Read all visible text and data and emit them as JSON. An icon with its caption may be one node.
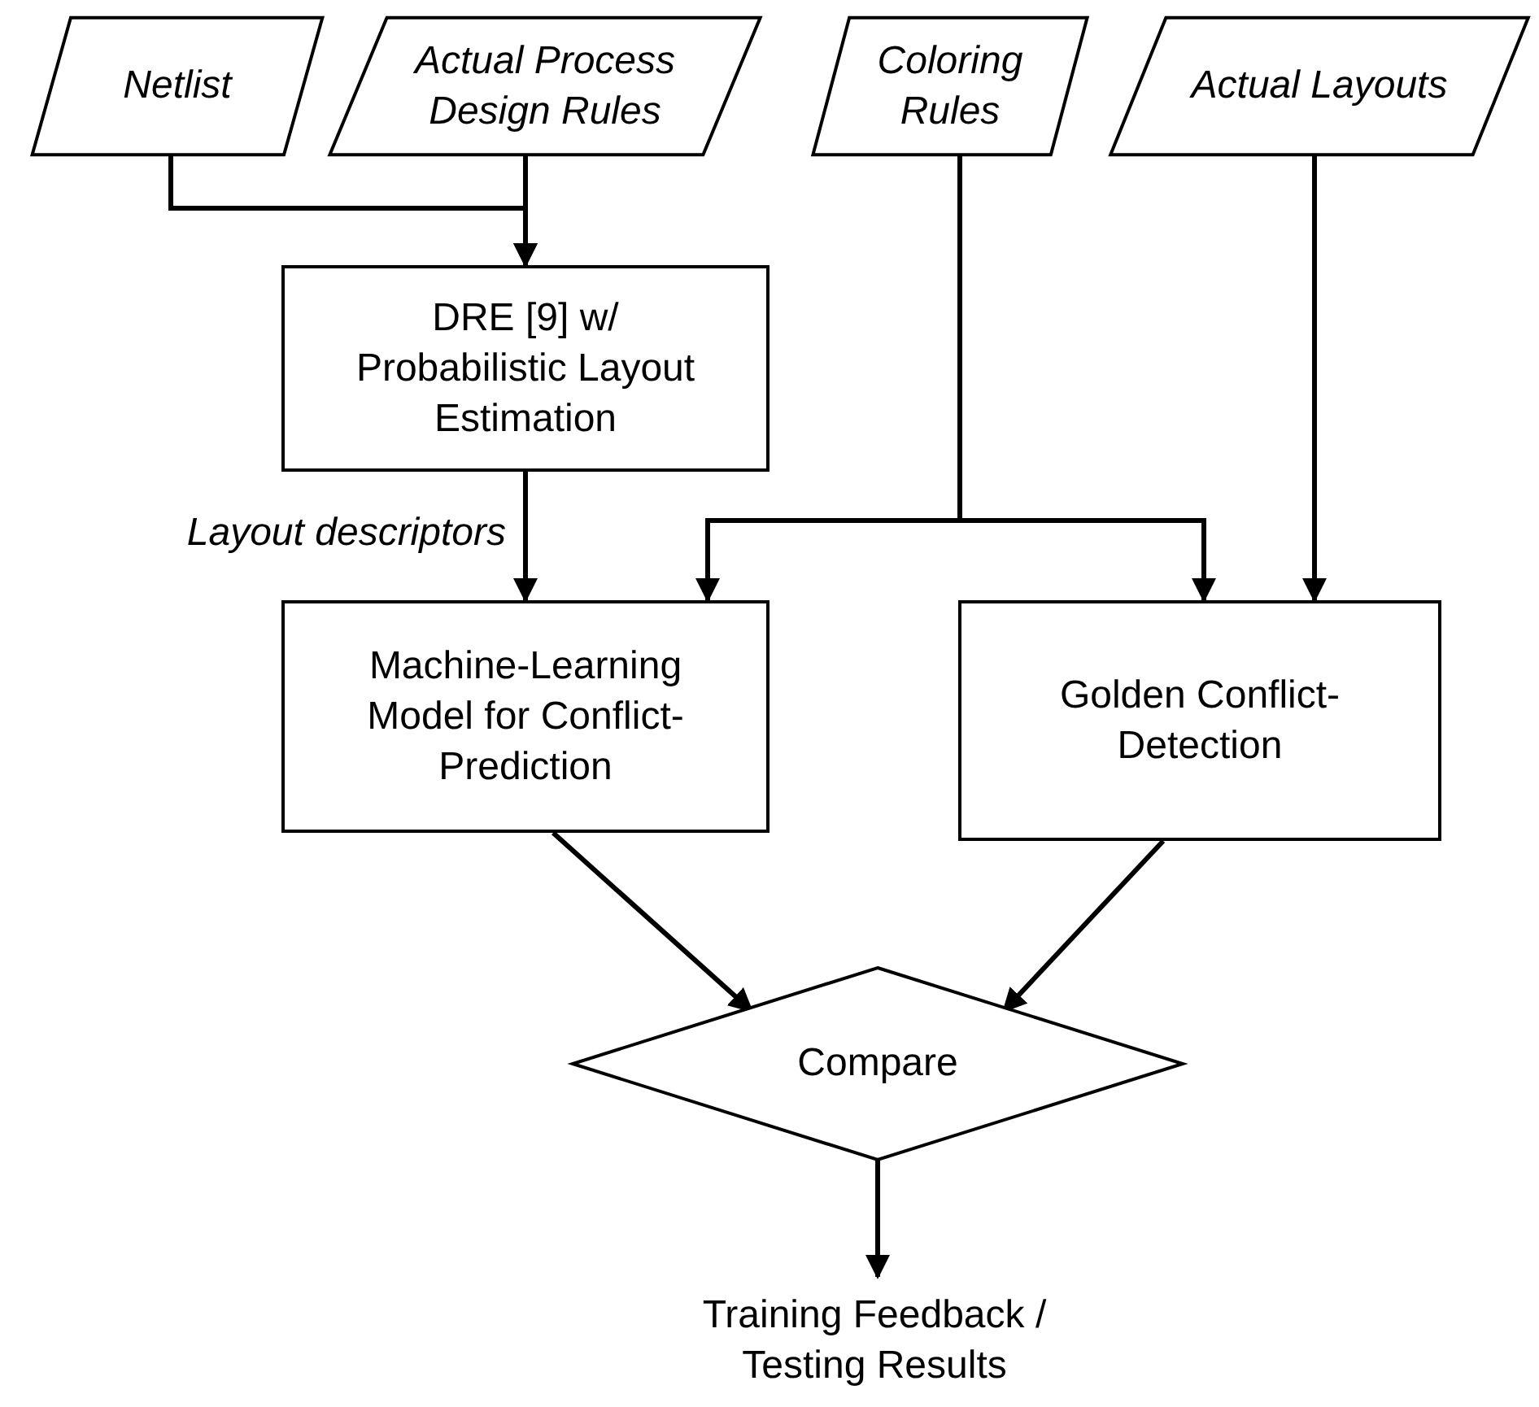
{
  "diagram": {
    "nodes": [
      {
        "text": [
          "Netlist"
        ]
      },
      {
        "text": [
          "Actual Process Design Rules"
        ]
      },
      {
        "text": [
          "Coloring Rules"
        ]
      },
      {
        "text": [
          "Actual Layouts"
        ]
      },
      {
        "text": [
          "DRE [9] w/ Probabilistic Layout Estimation"
        ]
      },
      {
        "text": [
          "Machine-Learning Model for Conflict-Prediction"
        ]
      },
      {
        "text": [
          "Golden Conflict-Detection"
        ]
      },
      {
        "text": [
          "Compare"
        ]
      },
      {
        "text": [
          "Training Feedback / Testing Results"
        ]
      }
    ],
    "edges": [
      {
        "from": 0,
        "to": 4,
        "arrow": "to"
      },
      {
        "from": 1,
        "to": 4,
        "arrow": "to"
      },
      {
        "from": 4,
        "to": 5,
        "arrow": "to",
        "label": "Layout descriptors"
      },
      {
        "from": 2,
        "to": 5,
        "arrow": "to"
      },
      {
        "from": 2,
        "to": 6,
        "arrow": "to"
      },
      {
        "from": 3,
        "to": 6,
        "arrow": "to"
      },
      {
        "from": 5,
        "to": 7,
        "arrow": "to"
      },
      {
        "from": 6,
        "to": 7,
        "arrow": "to"
      },
      {
        "from": 7,
        "to": 8,
        "arrow": "to"
      }
    ]
  }
}
